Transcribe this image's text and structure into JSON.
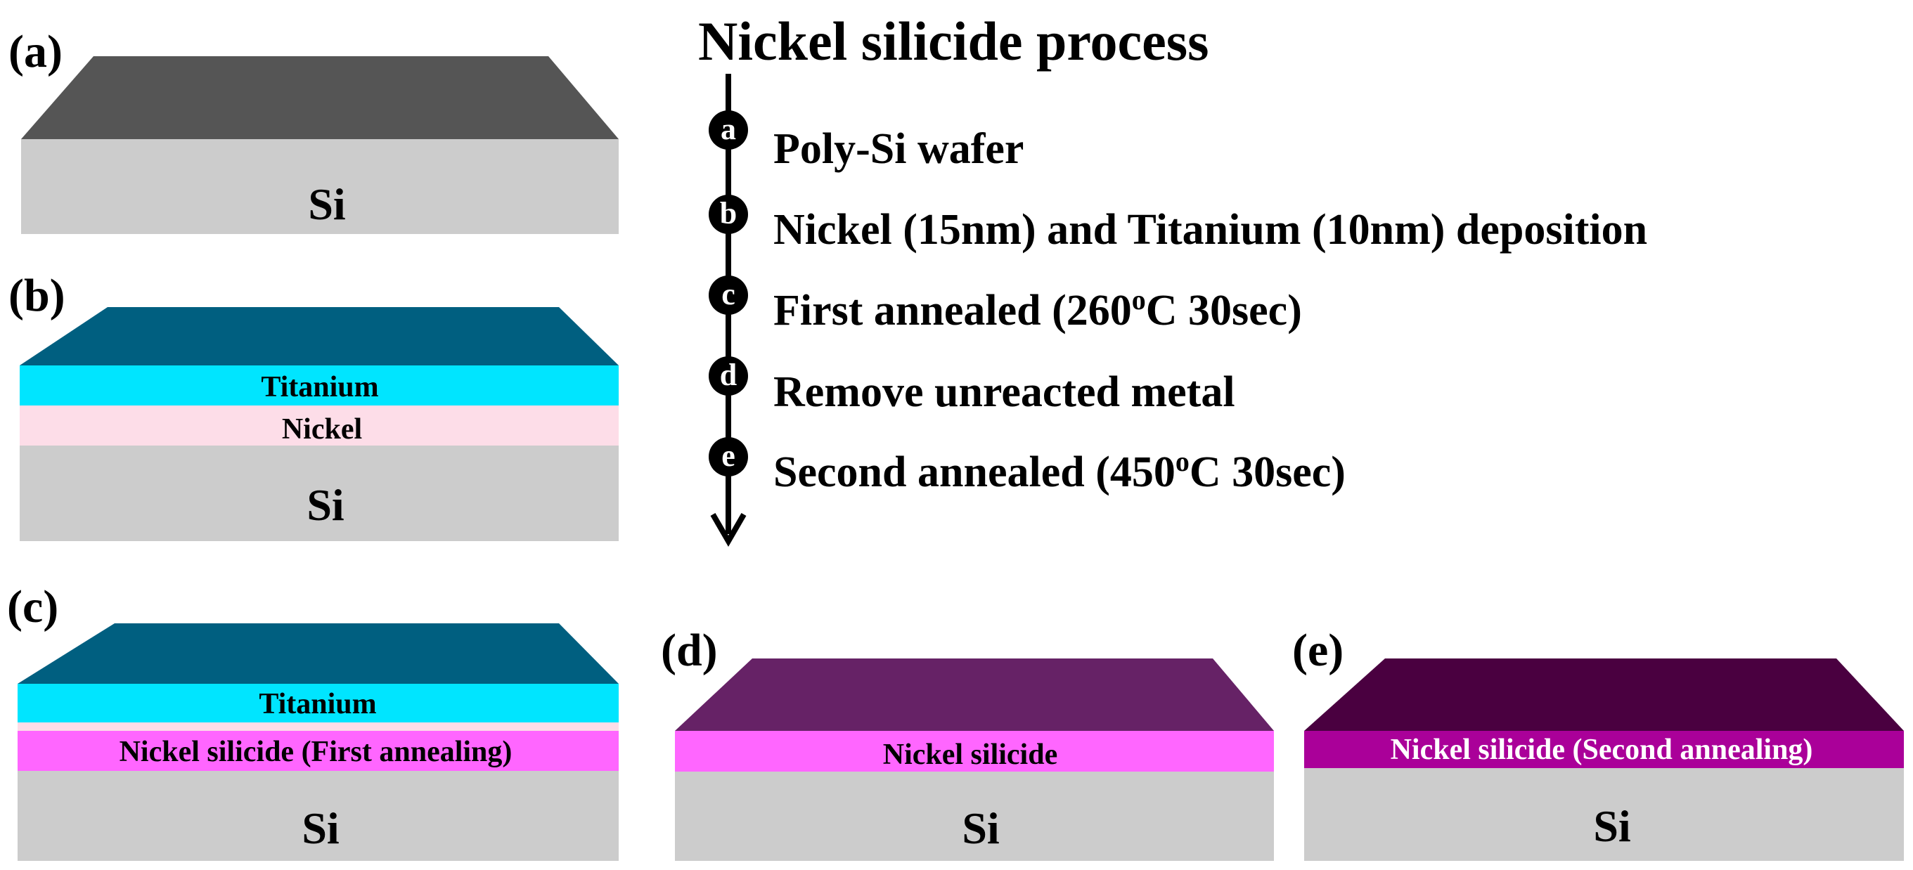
{
  "colors": {
    "si": "#cccccc",
    "poly_top": "#555555",
    "titanium_side": "#00e5ff",
    "titanium_top": "#005f80",
    "nickel": "#fddde8",
    "silicide_first": "#ff66ff",
    "silicide_d_top": "#662266",
    "silicide_second": "#aa0099",
    "silicide_e_top": "#4a0040",
    "line": "#000000"
  },
  "panels": {
    "a": {
      "label": "(a)",
      "si": "Si"
    },
    "b": {
      "label": "(b)",
      "titanium": "Titanium",
      "nickel": "Nickel",
      "si": "Si"
    },
    "c": {
      "label": "(c)",
      "titanium": "Titanium",
      "silicide": "Nickel silicide (First annealing)",
      "si": "Si"
    },
    "d": {
      "label": "(d)",
      "silicide": "Nickel silicide",
      "si": "Si"
    },
    "e": {
      "label": "(e)",
      "silicide": "Nickel silicide (Second annealing)",
      "si": "Si"
    }
  },
  "process": {
    "title": "Nickel silicide process",
    "steps": [
      {
        "letter": "a",
        "text": "Poly-Si wafer"
      },
      {
        "letter": "b",
        "text": "Nickel (15nm) and Titanium (10nm) deposition"
      },
      {
        "letter": "c",
        "pre": "First annealed (260",
        "sup": "o",
        "post": "C 30sec)"
      },
      {
        "letter": "d",
        "text": "Remove unreacted metal"
      },
      {
        "letter": "e",
        "pre": "Second annealed (450",
        "sup": "o",
        "post": "C 30sec)"
      }
    ]
  }
}
